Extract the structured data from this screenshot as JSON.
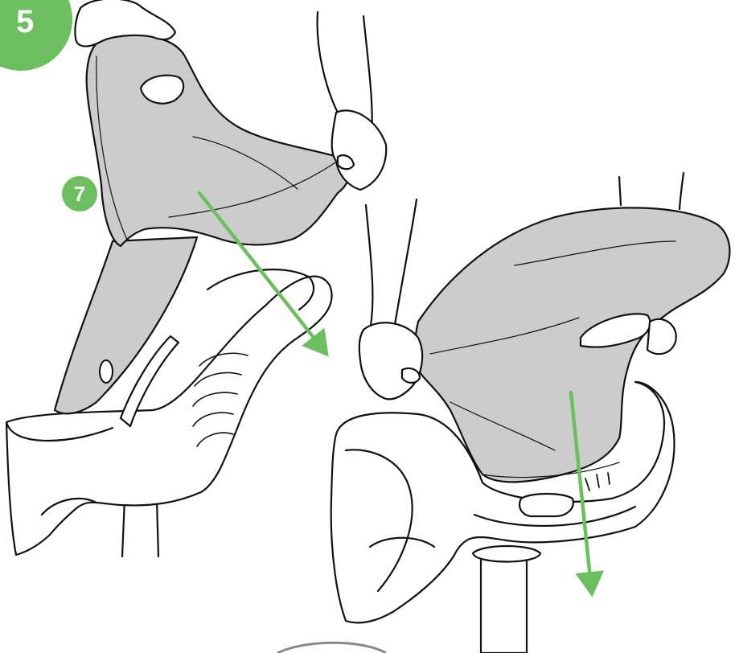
{
  "step": {
    "number": "5"
  },
  "part": {
    "number": "7"
  },
  "colors": {
    "accent": "#6cbf5f",
    "cover_fill": "#cccccc",
    "line": "#111111",
    "background": "#ffffff"
  },
  "figures": [
    {
      "panel": "left",
      "action": "lift-seat-cover-off",
      "arrow": "green-down-right"
    },
    {
      "panel": "right",
      "action": "pull-seat-cover-down",
      "arrow": "green-down"
    }
  ]
}
